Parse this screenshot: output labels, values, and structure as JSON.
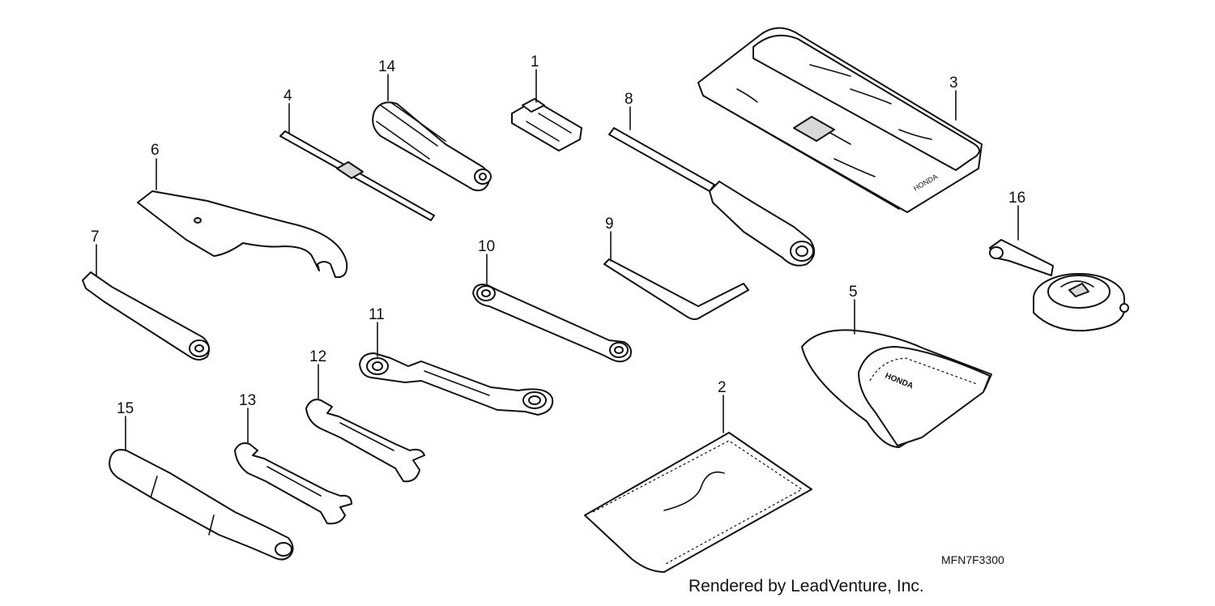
{
  "diagram": {
    "callouts": {
      "c1": "1",
      "c2": "2",
      "c3": "3",
      "c4": "4",
      "c5": "5",
      "c6": "6",
      "c7": "7",
      "c8": "8",
      "c9": "9",
      "c10": "10",
      "c11": "11",
      "c12": "12",
      "c13": "13",
      "c14": "14",
      "c15": "15",
      "c16": "16"
    },
    "diagram_code": "MFN7F3300",
    "credit": "Rendered by LeadVenture, Inc.",
    "pouch_logo": "HONDA",
    "line_color": "#111111",
    "background": "#ffffff"
  }
}
